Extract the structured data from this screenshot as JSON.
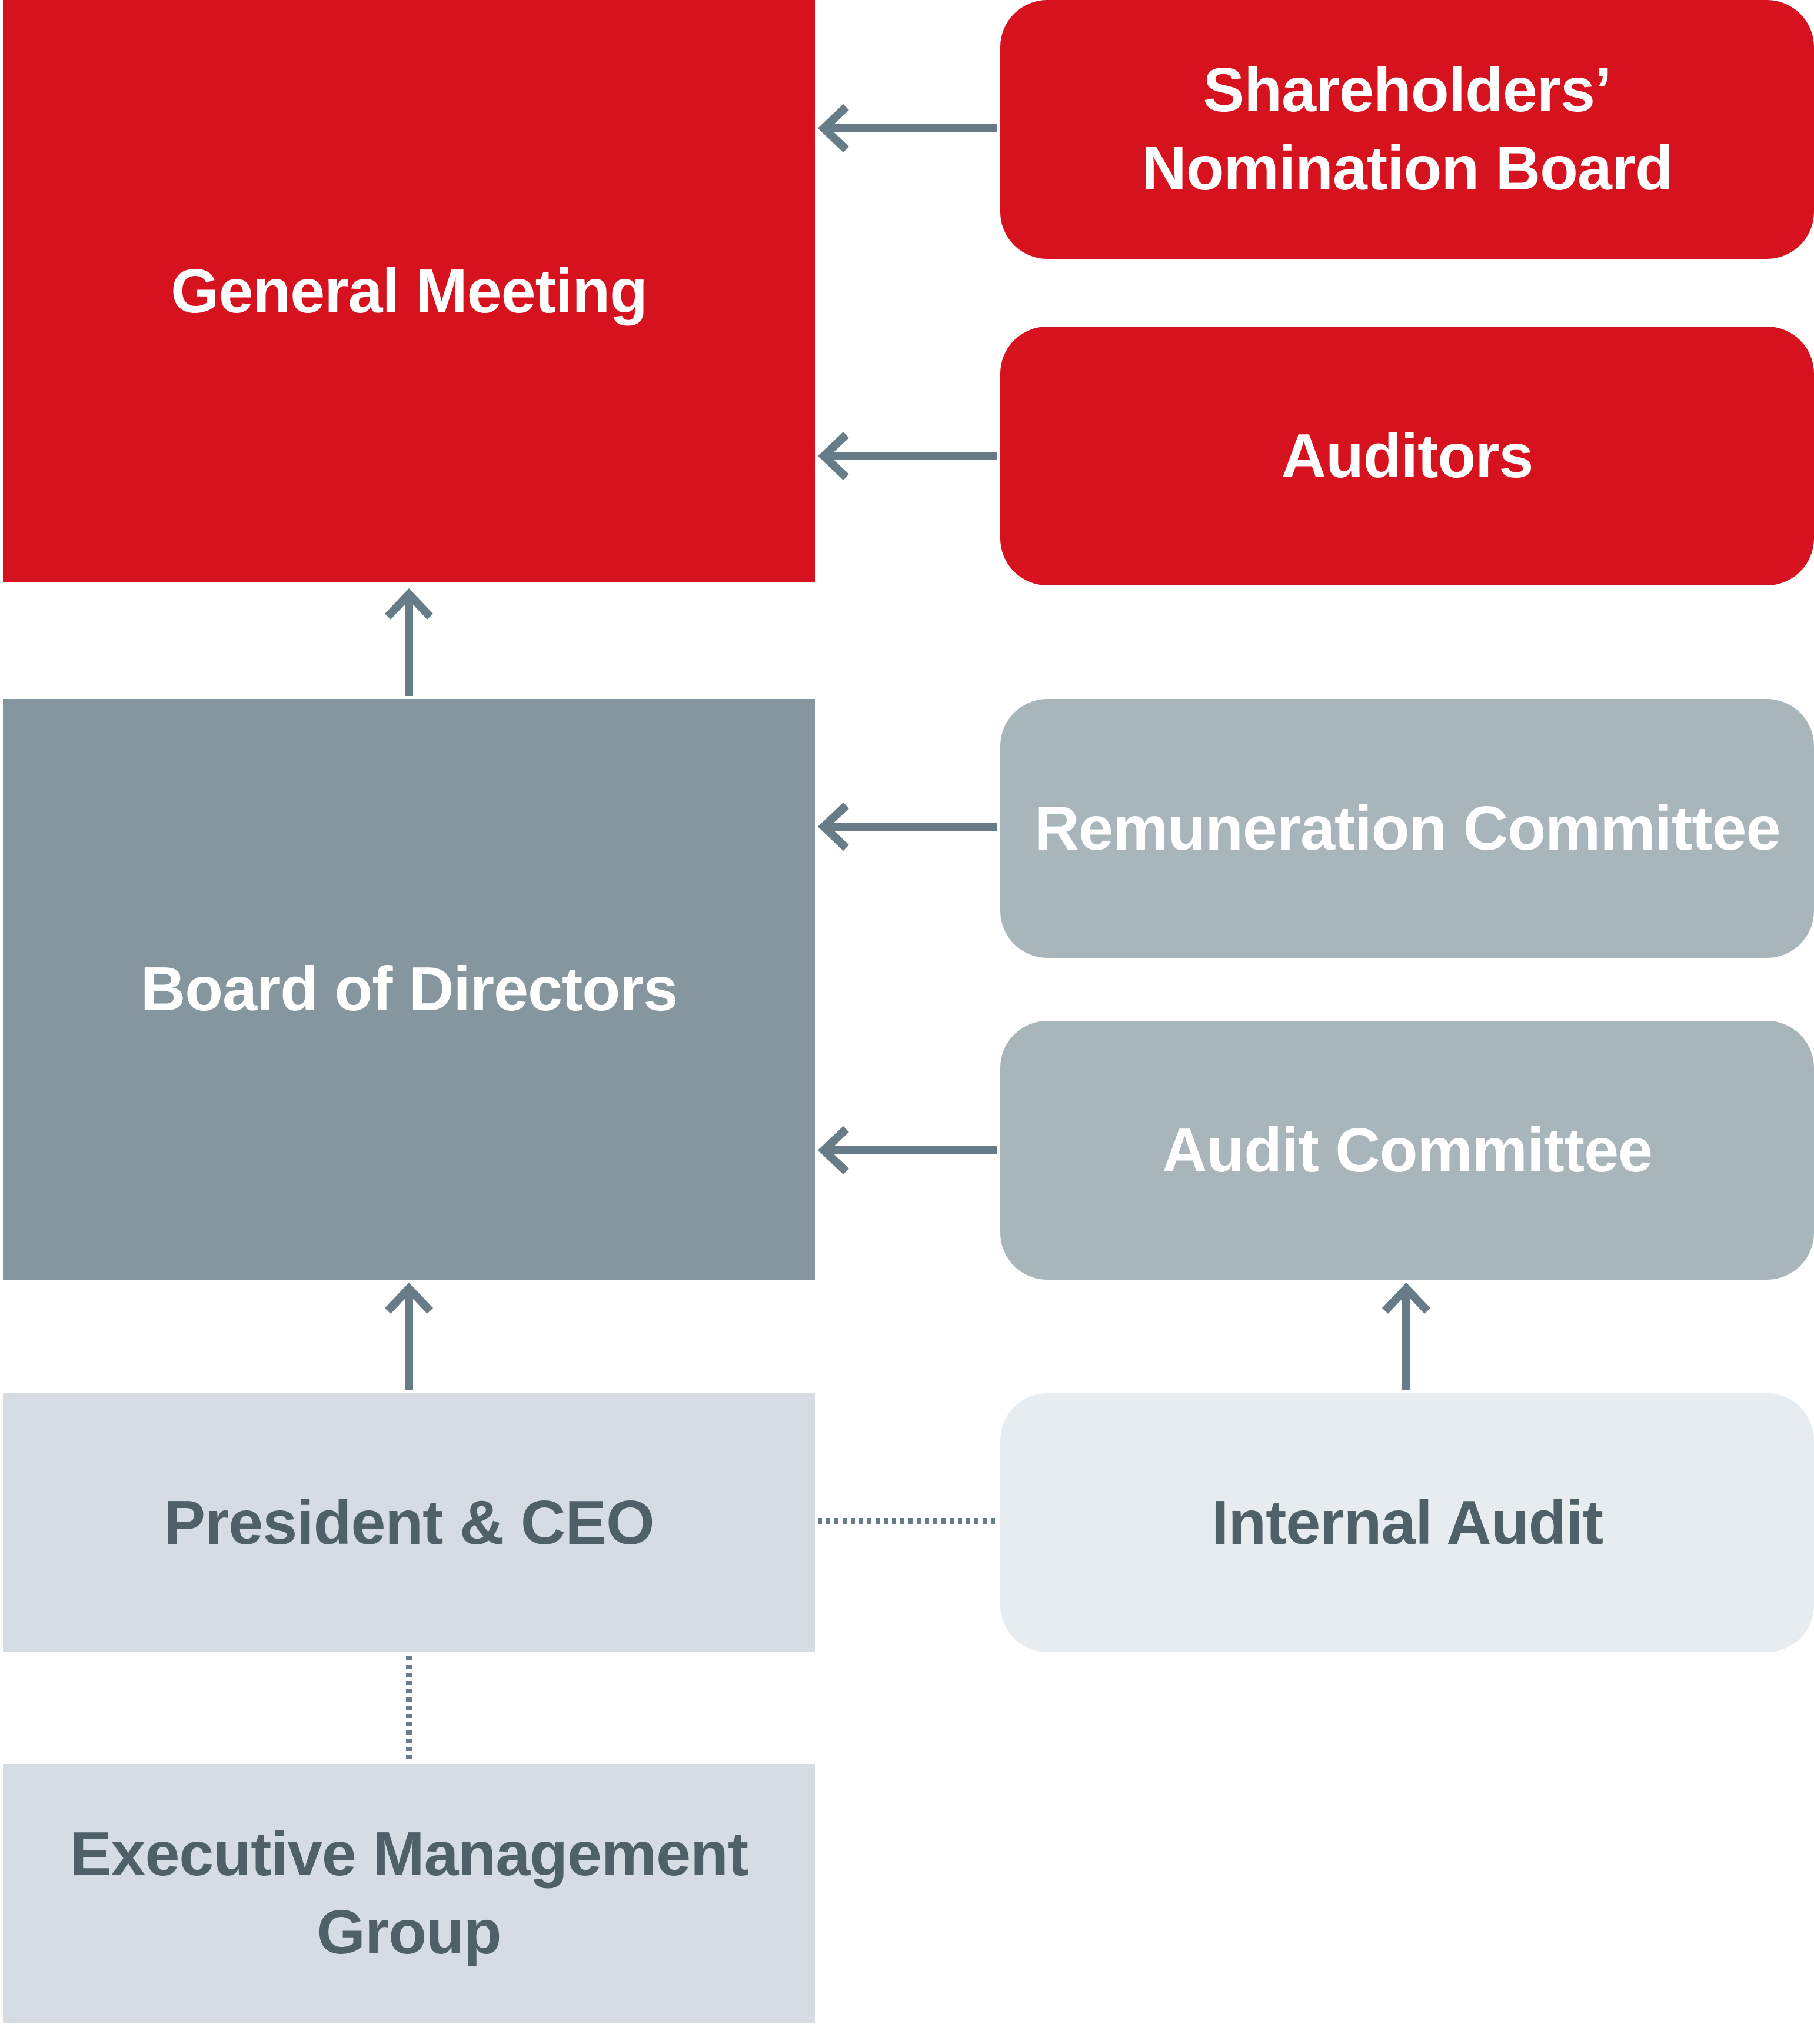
{
  "colors": {
    "red": "#d7121f",
    "slate": "#86969f",
    "grey": "#a8b5bb",
    "pale": "#d5dce3",
    "paler": "#e7ecf0",
    "connector": "#687c87",
    "dark_text": "#4f6068"
  },
  "nodes": {
    "general_meeting": "General Meeting",
    "nomination_board": {
      "line1": "Shareholders’",
      "line2": "Nomination Board"
    },
    "auditors": "Auditors",
    "board_of_directors": "Board of Directors",
    "remuneration_committee": "Remuneration Committee",
    "audit_committee": "Audit Committee",
    "president_ceo": "President & CEO",
    "internal_audit": "Internal Audit",
    "executive_management_group": {
      "line1": "Executive Management",
      "line2": "Group"
    }
  }
}
